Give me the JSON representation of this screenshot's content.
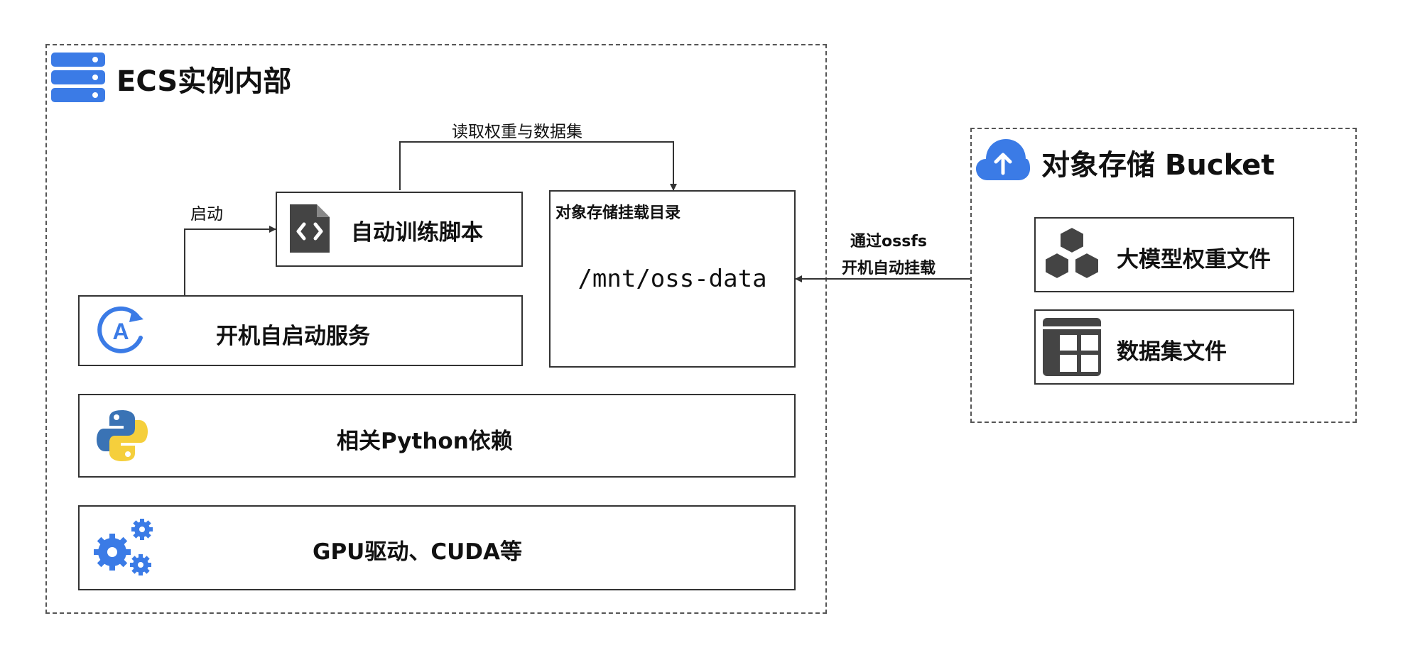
{
  "ecs": {
    "title": "ECS实例内部",
    "auto_start_service": "开机自启动服务",
    "training_script": "自动训练脚本",
    "start_label": "启动",
    "read_label": "读取权重与数据集",
    "mount_dir_title": "对象存储挂载目录",
    "mount_path": "/mnt/oss-data",
    "python_deps": "相关Python依赖",
    "gpu_driver": "GPU驱动、CUDA等"
  },
  "connection": {
    "line1": "通过ossfs",
    "line2": "开机自动挂载"
  },
  "bucket": {
    "title": "对象存储 Bucket",
    "weights_file": "大模型权重文件",
    "dataset_file": "数据集文件"
  },
  "colors": {
    "accent_blue": "#3b7be6",
    "python_blue": "#3a73b5",
    "python_yellow": "#f5cf3c",
    "icon_dark": "#444444",
    "border": "#333333"
  },
  "icons": [
    "server-icon",
    "code-file-icon",
    "auto-restart-icon",
    "python-icon",
    "gears-icon",
    "cloud-upload-icon",
    "cubes-icon",
    "table-icon"
  ]
}
